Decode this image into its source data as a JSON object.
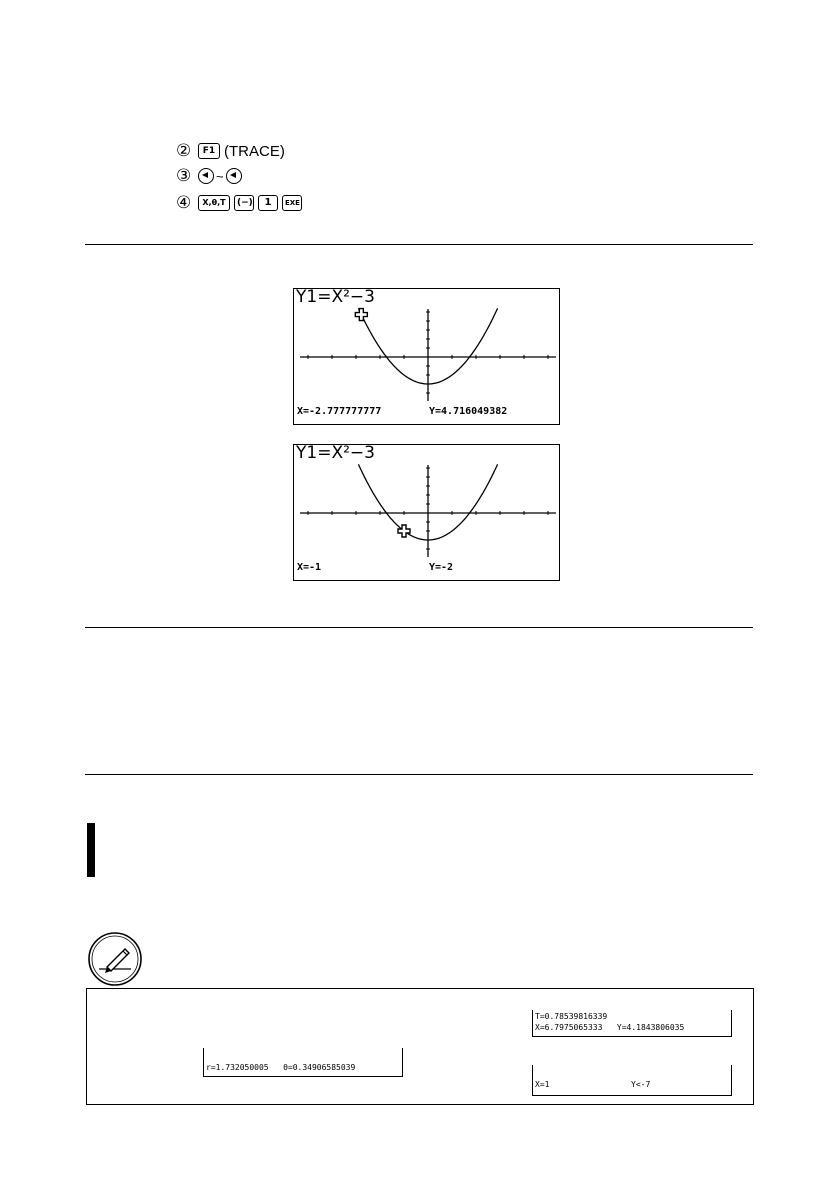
{
  "steps": [
    {
      "num": "②",
      "keys": [
        "F1"
      ],
      "text": "(TRACE)"
    },
    {
      "num": "③",
      "sep": "~"
    },
    {
      "num": "④",
      "keys": [
        "X,θ,T",
        "(−)",
        "1",
        "EXE"
      ]
    }
  ],
  "screens": [
    {
      "title": "Y1=X²−3",
      "x_readout": "X=-2.777777777",
      "y_readout": "Y=4.716049382",
      "cursor_x": -2.7778
    },
    {
      "title": "Y1=X²−3",
      "x_readout": "X=-1",
      "y_readout": "Y=-2",
      "cursor_x": -1
    }
  ],
  "icons": {
    "note": "pencil-icon"
  },
  "note_screens": {
    "polar": "r=1.732050005   θ=0.34906585039",
    "param_t": "T=0.78539816339",
    "param_xy": "X=6.7975065333   Y=4.1843806035",
    "ineq_x": "X=1",
    "ineq_y": "Y<-7"
  }
}
